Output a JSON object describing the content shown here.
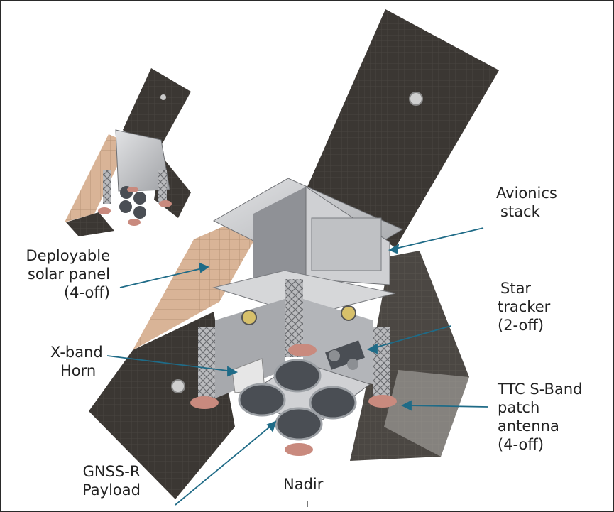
{
  "labels": {
    "avionics": [
      "Avionics",
      "stack"
    ],
    "solar_panel": [
      "Deployable",
      "solar panel",
      "(4-off)"
    ],
    "star_tracker": [
      "Star",
      "tracker",
      "(2-off)"
    ],
    "xband": [
      "X-band",
      "Horn"
    ],
    "ttc": [
      "TTC S-Band",
      "patch",
      "antenna",
      "(4-off)"
    ],
    "gnss": [
      "GNSS-R",
      "Payload"
    ],
    "nadir": "Nadir"
  },
  "colors": {
    "solar_cell": "#3b3733",
    "solar_cell_light": "#d9b497",
    "bus_body": "#c9cacc",
    "bus_dark": "#8d8f93",
    "antenna_disc": "#4a4e54",
    "patch_antenna": "#c98a7e",
    "leader_line": "#1f6b87"
  }
}
